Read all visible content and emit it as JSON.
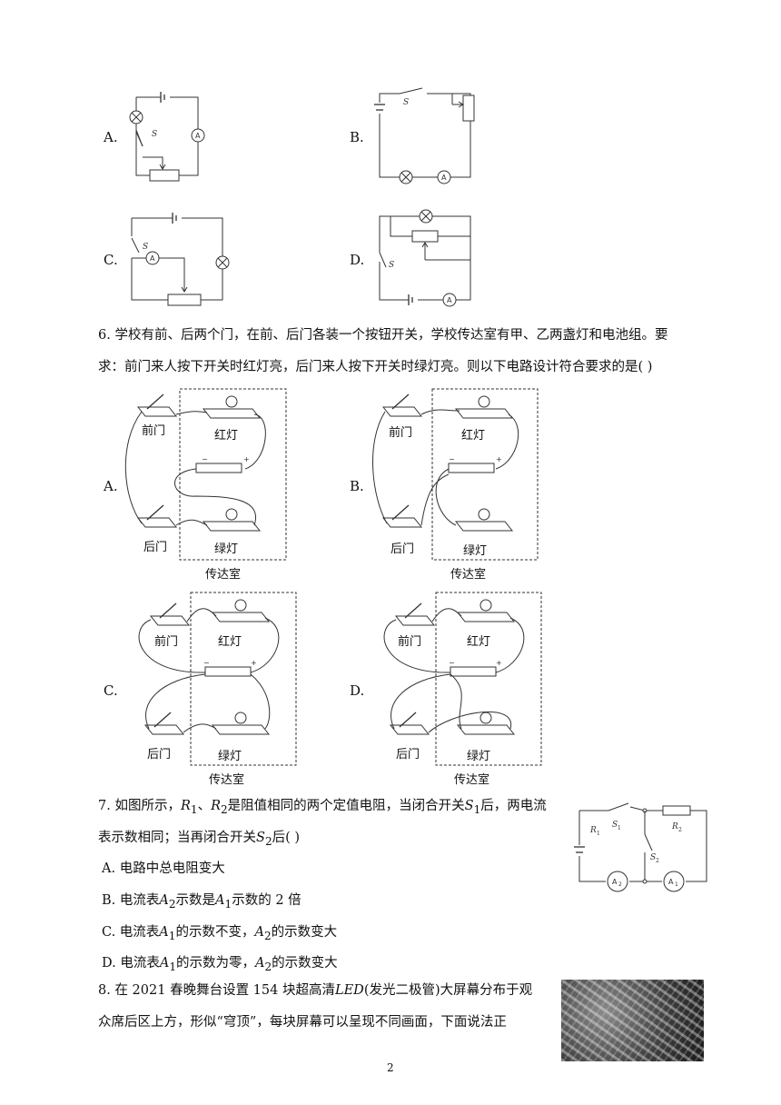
{
  "q5": {
    "options": [
      "A.",
      "B.",
      "C.",
      "D."
    ],
    "s_label": "S",
    "ammeter": "A"
  },
  "q6": {
    "text_line1": "6.  学校有前、后两个门，在前、后门各装一个按钮开关，学校传达室有甲、乙两盏灯和电池组。要",
    "text_line2": "求：前门来人按下开关时红灯亮，后门来人按下开关时绿灯亮。则以下电路设计符合要求的是(    )",
    "options": [
      "A.",
      "B.",
      "C.",
      "D."
    ],
    "labels": {
      "front": "前门",
      "back": "后门",
      "red": "红灯",
      "green": "绿灯",
      "room": "传达室",
      "minus": "−",
      "plus": "+"
    }
  },
  "q7": {
    "text_line1_a": "7.  如图所示，",
    "r1": "R",
    "r1_sub": "1",
    "sep1": "、",
    "r2": "R",
    "r2_sub": "2",
    "text_line1_b": "是阻值相同的两个定值电阻，当闭合开关",
    "s1": "S",
    "s1_sub": "1",
    "text_line1_c": "后，两电流",
    "text_line2_a": "表示数相同；当再闭合开关",
    "s2": "S",
    "s2_sub": "2",
    "text_line2_b": "后(    )",
    "optA": "A.  电路中总电阻变大",
    "optB_a": "B.  电流表",
    "optB_b": "示数是",
    "optB_c": "示数的 2 倍",
    "optC_a": "C.  电流表",
    "optC_b": "的示数不变，",
    "optC_c": "的示数变大",
    "optD_a": "D.  电流表",
    "optD_b": "的示数为零，",
    "optD_c": "的示数变大",
    "a": "A",
    "sub1": "1",
    "sub2": "2",
    "diagram": {
      "r1": "R",
      "r2": "R",
      "s1": "S",
      "s2": "S",
      "a1": "A",
      "a2": "A"
    }
  },
  "q8": {
    "text_line1_a": "8.  在 2021 春晚舞台设置 154 块超高清",
    "led": "LED",
    "text_line1_b": "(发光二极管)大屏幕分布于观",
    "text_line2": "众席后区上方，形似“穹顶”，每块屏幕可以呈现不同画面，下面说法正"
  },
  "page_number": "2"
}
